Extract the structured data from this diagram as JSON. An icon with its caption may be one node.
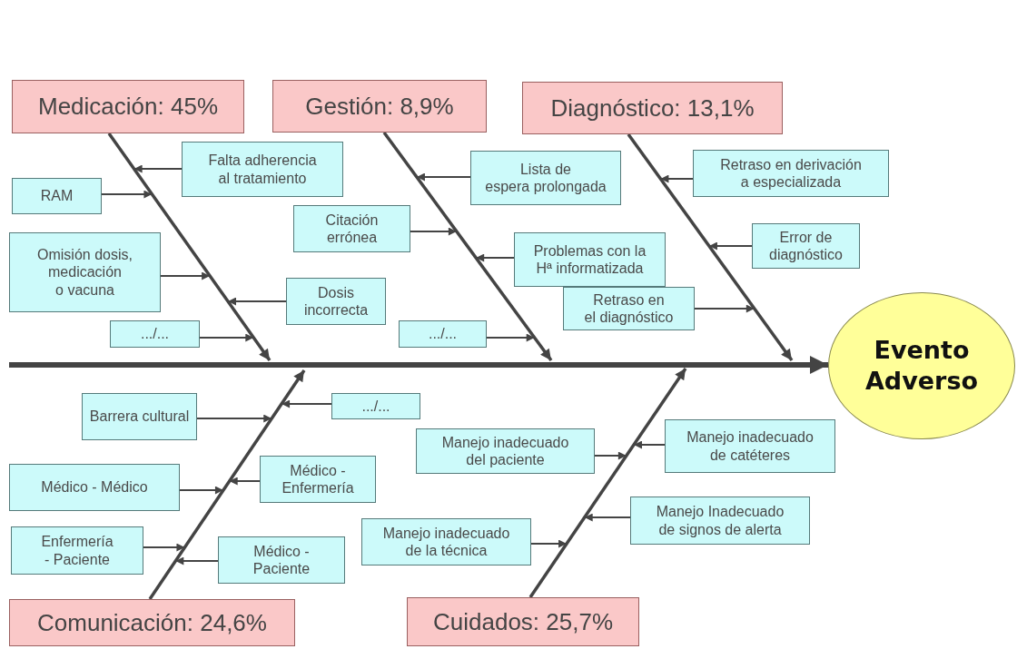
{
  "diagram": {
    "nodes": [
      {
        "text": [
          "Medicación: 45%"
        ]
      },
      {
        "text": [
          "Gestión: 8,9%"
        ]
      },
      {
        "text": [
          "Diagnóstico: 13,1%"
        ]
      },
      {
        "text": [
          "Falta adherencia al tratamiento"
        ]
      },
      {
        "text": [
          "RAM"
        ]
      },
      {
        "text": [
          "Lista de espera prolongada"
        ]
      },
      {
        "text": [
          "Retraso en derivación a especializada"
        ]
      },
      {
        "text": [
          "Citación errónea"
        ]
      },
      {
        "text": [
          "Omisión dosis, medicación o vacuna"
        ]
      },
      {
        "text": [
          "Problemas con la Hª informatizada"
        ]
      },
      {
        "text": [
          "Error de diagnóstico"
        ]
      },
      {
        "text": [
          "Dosis incorrecta"
        ]
      },
      {
        "text": [
          ".../..."
        ]
      },
      {
        "text": [
          "Retraso en el diagnóstico"
        ]
      },
      {
        "text": [
          ".../..."
        ]
      },
      {
        "text": [
          "Evento Adverso"
        ]
      },
      {
        "text": [
          "Barrera cultural"
        ]
      },
      {
        "text": [
          ".../..."
        ]
      },
      {
        "text": [
          "Manejo inadecuado del paciente"
        ]
      },
      {
        "text": [
          "Manejo inadecuado de catéteres"
        ]
      },
      {
        "text": [
          "Médico - Médico"
        ]
      },
      {
        "text": [
          "Médico - Enfermería"
        ]
      },
      {
        "text": [
          "Manejo inadecuado de la técnica"
        ]
      },
      {
        "text": [
          "Manejo Inadecuado de signos de alerta"
        ]
      },
      {
        "text": [
          "Enfermería - Paciente"
        ]
      },
      {
        "text": [
          "Médico - Paciente"
        ]
      },
      {
        "text": [
          "Comunicación: 24,6%"
        ]
      },
      {
        "text": [
          "Cuidados: 25,7%"
        ]
      }
    ],
    "edges": [
      {
        "from": null,
        "to": 15,
        "arrow": "to",
        "style": "thick"
      },
      {
        "from": 0,
        "to": null,
        "arrow": "to"
      },
      {
        "from": 1,
        "to": null,
        "arrow": "to"
      },
      {
        "from": 2,
        "to": null,
        "arrow": "to"
      },
      {
        "from": 26,
        "to": null,
        "arrow": "to"
      },
      {
        "from": 27,
        "to": null,
        "arrow": "to"
      },
      {
        "from": 3,
        "to": null,
        "arrow": "to"
      },
      {
        "from": 4,
        "to": null,
        "arrow": "to"
      },
      {
        "from": 5,
        "to": null,
        "arrow": "to"
      },
      {
        "from": 6,
        "to": null,
        "arrow": "to"
      },
      {
        "from": 7,
        "to": null,
        "arrow": "to"
      },
      {
        "from": 8,
        "to": null,
        "arrow": "to"
      },
      {
        "from": 9,
        "to": null,
        "arrow": "to"
      },
      {
        "from": 10,
        "to": null,
        "arrow": "to"
      },
      {
        "from": 11,
        "to": null,
        "arrow": "to"
      },
      {
        "from": 12,
        "to": null,
        "arrow": "to"
      },
      {
        "from": 13,
        "to": null,
        "arrow": "to"
      },
      {
        "from": 14,
        "to": null,
        "arrow": "to"
      },
      {
        "from": 16,
        "to": null,
        "arrow": "to"
      },
      {
        "from": 17,
        "to": null,
        "arrow": "to"
      },
      {
        "from": 18,
        "to": null,
        "arrow": "to"
      },
      {
        "from": 19,
        "to": null,
        "arrow": "to"
      },
      {
        "from": 20,
        "to": null,
        "arrow": "to"
      },
      {
        "from": 21,
        "to": null,
        "arrow": "to"
      },
      {
        "from": 22,
        "to": null,
        "arrow": "to"
      },
      {
        "from": 23,
        "to": null,
        "arrow": "to"
      },
      {
        "from": 24,
        "to": null,
        "arrow": "to"
      },
      {
        "from": 25,
        "to": null,
        "arrow": "to"
      }
    ]
  }
}
